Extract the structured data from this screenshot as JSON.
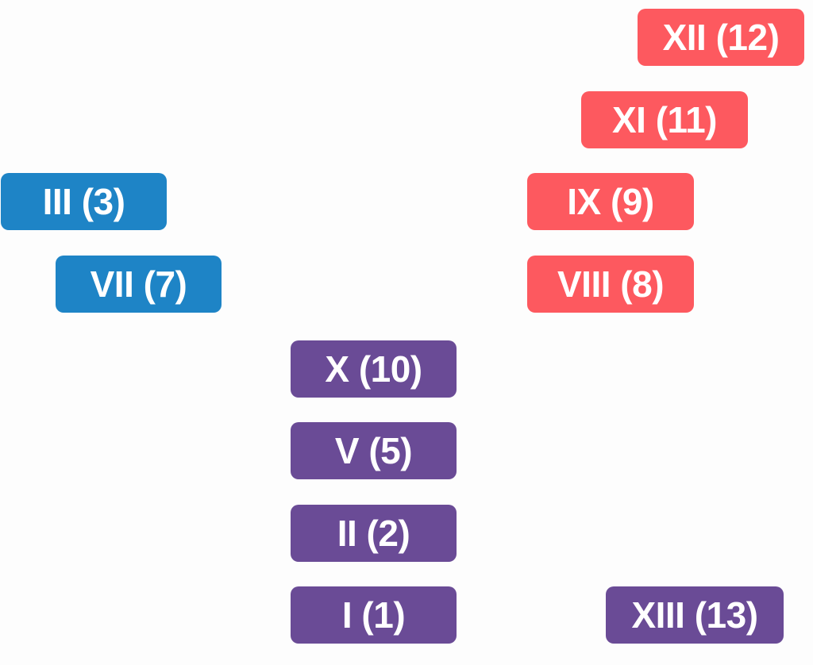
{
  "colors": {
    "blue": "#1e84c6",
    "red": "#fd595f",
    "purple": "#6a4b96",
    "background": "#fdfdfd"
  },
  "tiles": [
    {
      "label": "XII (12)",
      "color": "red"
    },
    {
      "label": "XI (11)",
      "color": "red"
    },
    {
      "label": "III (3)",
      "color": "blue"
    },
    {
      "label": "IX (9)",
      "color": "red"
    },
    {
      "label": "VII (7)",
      "color": "blue"
    },
    {
      "label": "VIII (8)",
      "color": "red"
    },
    {
      "label": "X (10)",
      "color": "purple"
    },
    {
      "label": "V (5)",
      "color": "purple"
    },
    {
      "label": "II (2)",
      "color": "purple"
    },
    {
      "label": "I (1)",
      "color": "purple"
    },
    {
      "label": "XIII (13)",
      "color": "purple"
    }
  ]
}
